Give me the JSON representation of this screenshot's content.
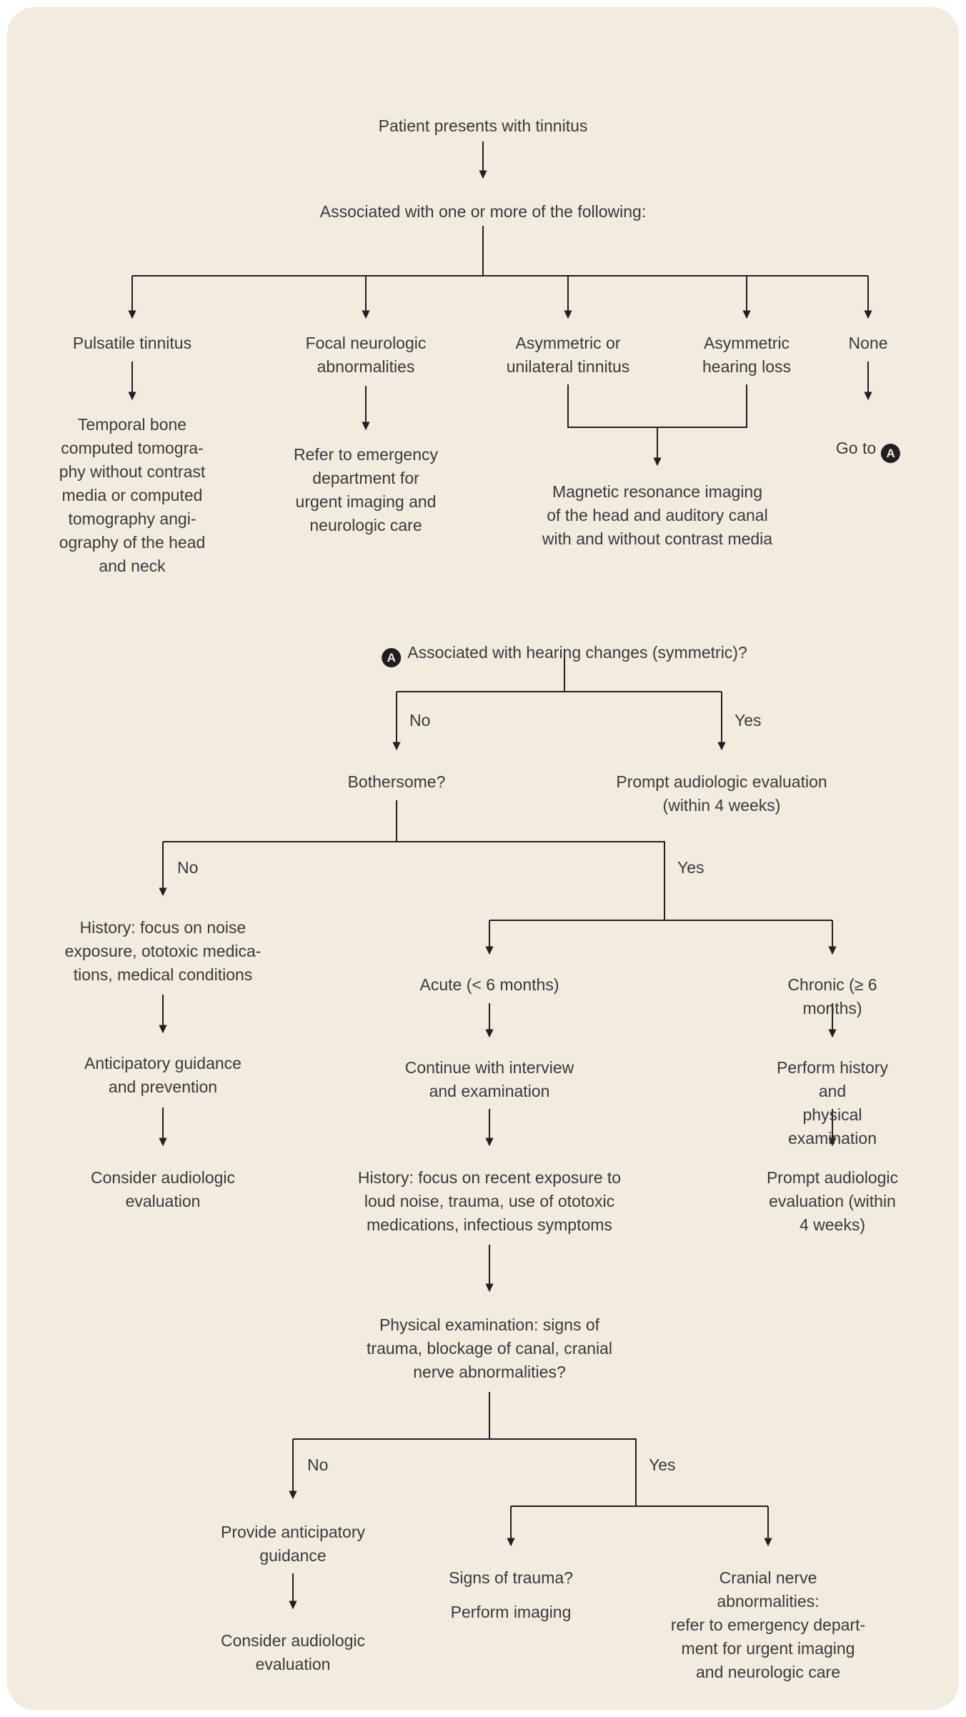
{
  "diagram": {
    "colors": {
      "background": "#f1ecdf",
      "text": "#3a3a3a",
      "line": "#231f20"
    },
    "badge_letter": "A",
    "labels": {
      "no": "No",
      "yes": "Yes"
    },
    "nodes": {
      "start": "Patient presents with tinnitus",
      "associated": "Associated with one or more of the following:",
      "pulsatile": "Pulsatile tinnitus",
      "pulsatile_action": "Temporal bone\ncomputed tomogra-\nphy without contrast\nmedia or computed\ntomography angi-\nography of the head\nand neck",
      "focal": "Focal neurologic\nabnormalities",
      "focal_action": "Refer to emergency\ndepartment for\nurgent imaging and\nneurologic care",
      "asym_tinnitus": "Asymmetric or\nunilateral tinnitus",
      "asym_hearing": "Asymmetric\nhearing loss",
      "mri_action": "Magnetic resonance imaging\nof the head and auditory canal\nwith and without contrast media",
      "none": "None",
      "go_to": "Go to",
      "hearing_changes_q": "Associated with hearing changes (symmetric)?",
      "bothersome_q": "Bothersome?",
      "prompt_audiologic_1": "Prompt audiologic evaluation\n(within 4 weeks)",
      "history_noise": "History: focus on noise\nexposure, ototoxic medica-\ntions, medical conditions",
      "anticipatory": "Anticipatory guidance\nand prevention",
      "consider_audiologic_1": "Consider audiologic\nevaluation",
      "acute": "Acute (< 6 months)",
      "chronic": "Chronic (≥ 6 months)",
      "continue_interview": "Continue with interview\nand examination",
      "perform_history": "Perform history and\nphysical examination",
      "history_recent": "History: focus on recent exposure to\nloud noise, trauma, use of ototoxic\nmedications, infectious symptoms",
      "prompt_audiologic_2": "Prompt audiologic\nevaluation (within\n4 weeks)",
      "physical_exam_q": "Physical examination: signs of\ntrauma, blockage of canal, cranial\nnerve abnormalities?",
      "provide_guidance": "Provide anticipatory\nguidance",
      "consider_audiologic_2": "Consider audiologic\nevaluation",
      "signs_trauma": "Signs of trauma?",
      "perform_imaging": "Perform imaging",
      "cranial_nerve": "Cranial nerve abnormalities:\nrefer to emergency depart-\nment for urgent imaging\nand neurologic care"
    }
  }
}
